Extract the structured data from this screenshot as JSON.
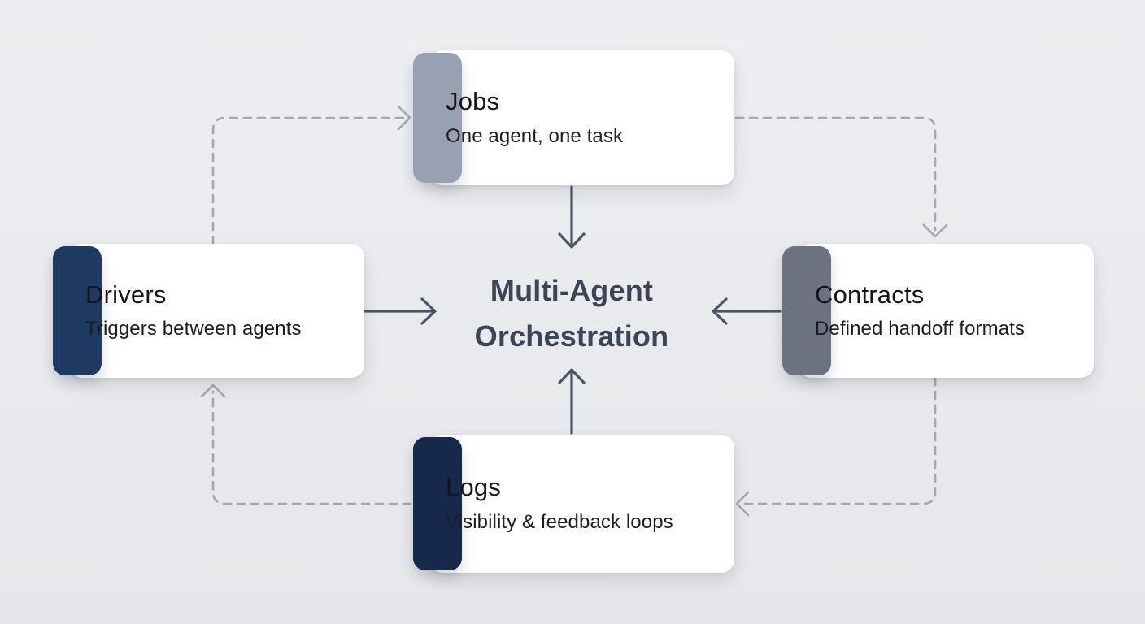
{
  "diagram": {
    "center": {
      "title_line1": "Multi-Agent",
      "title_line2": "Orchestration"
    },
    "nodes": {
      "jobs": {
        "title": "Jobs",
        "subtitle": "One agent, one task",
        "accent_color": "#97a1b2"
      },
      "drivers": {
        "title": "Drivers",
        "subtitle": "Triggers between agents",
        "accent_color": "#1f3a60"
      },
      "contracts": {
        "title": "Contracts",
        "subtitle": "Defined handoff formats",
        "accent_color": "#6b7280"
      },
      "logs": {
        "title": "Logs",
        "subtitle": "Visibility & feedback loops",
        "accent_color": "#17294a"
      }
    },
    "connections": {
      "solid": [
        "jobs-to-center",
        "drivers-to-center",
        "contracts-to-center",
        "logs-to-center"
      ],
      "dashed_loop": [
        "drivers-to-jobs",
        "jobs-to-contracts",
        "contracts-to-logs",
        "logs-to-drivers"
      ]
    },
    "colors": {
      "background": "#e9ebee",
      "card": "#ffffff",
      "node_title_text": "#141518",
      "node_subtitle_text": "#1b1d21",
      "center_text": "#3c4455",
      "solid_arrow": "#4b5563",
      "dashed_arrow": "#a2a7b0"
    }
  }
}
